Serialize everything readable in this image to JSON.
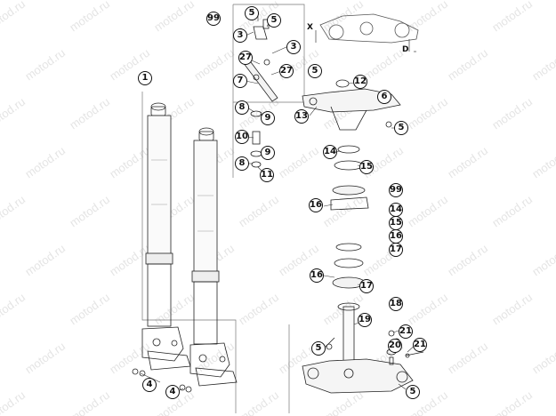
{
  "watermark": "motod.ru",
  "callouts": {
    "c1": "1",
    "c99a": "99",
    "c5a": "5",
    "c5b": "5",
    "c3a": "3",
    "c3b": "3",
    "c27a": "27",
    "c27b": "27",
    "c7": "7",
    "c8a": "8",
    "c9a": "9",
    "c10": "10",
    "c9b": "9",
    "c8b": "8",
    "c11": "11",
    "c5c": "5",
    "c12": "12",
    "c6": "6",
    "c13": "13",
    "c5d": "5",
    "c14a": "14",
    "c15a": "15",
    "c99b": "99",
    "c16a": "16",
    "c14b": "14",
    "c15b": "15",
    "c16b": "16",
    "c17a": "17",
    "c16c": "16",
    "c17b": "17",
    "c18": "18",
    "c19": "19",
    "c21a": "21",
    "c20": "20",
    "c21b": "21",
    "c5e": "5",
    "c4a": "4",
    "c4b": "4",
    "c5f": "5"
  },
  "letters": {
    "x": "X",
    "d": "D"
  }
}
